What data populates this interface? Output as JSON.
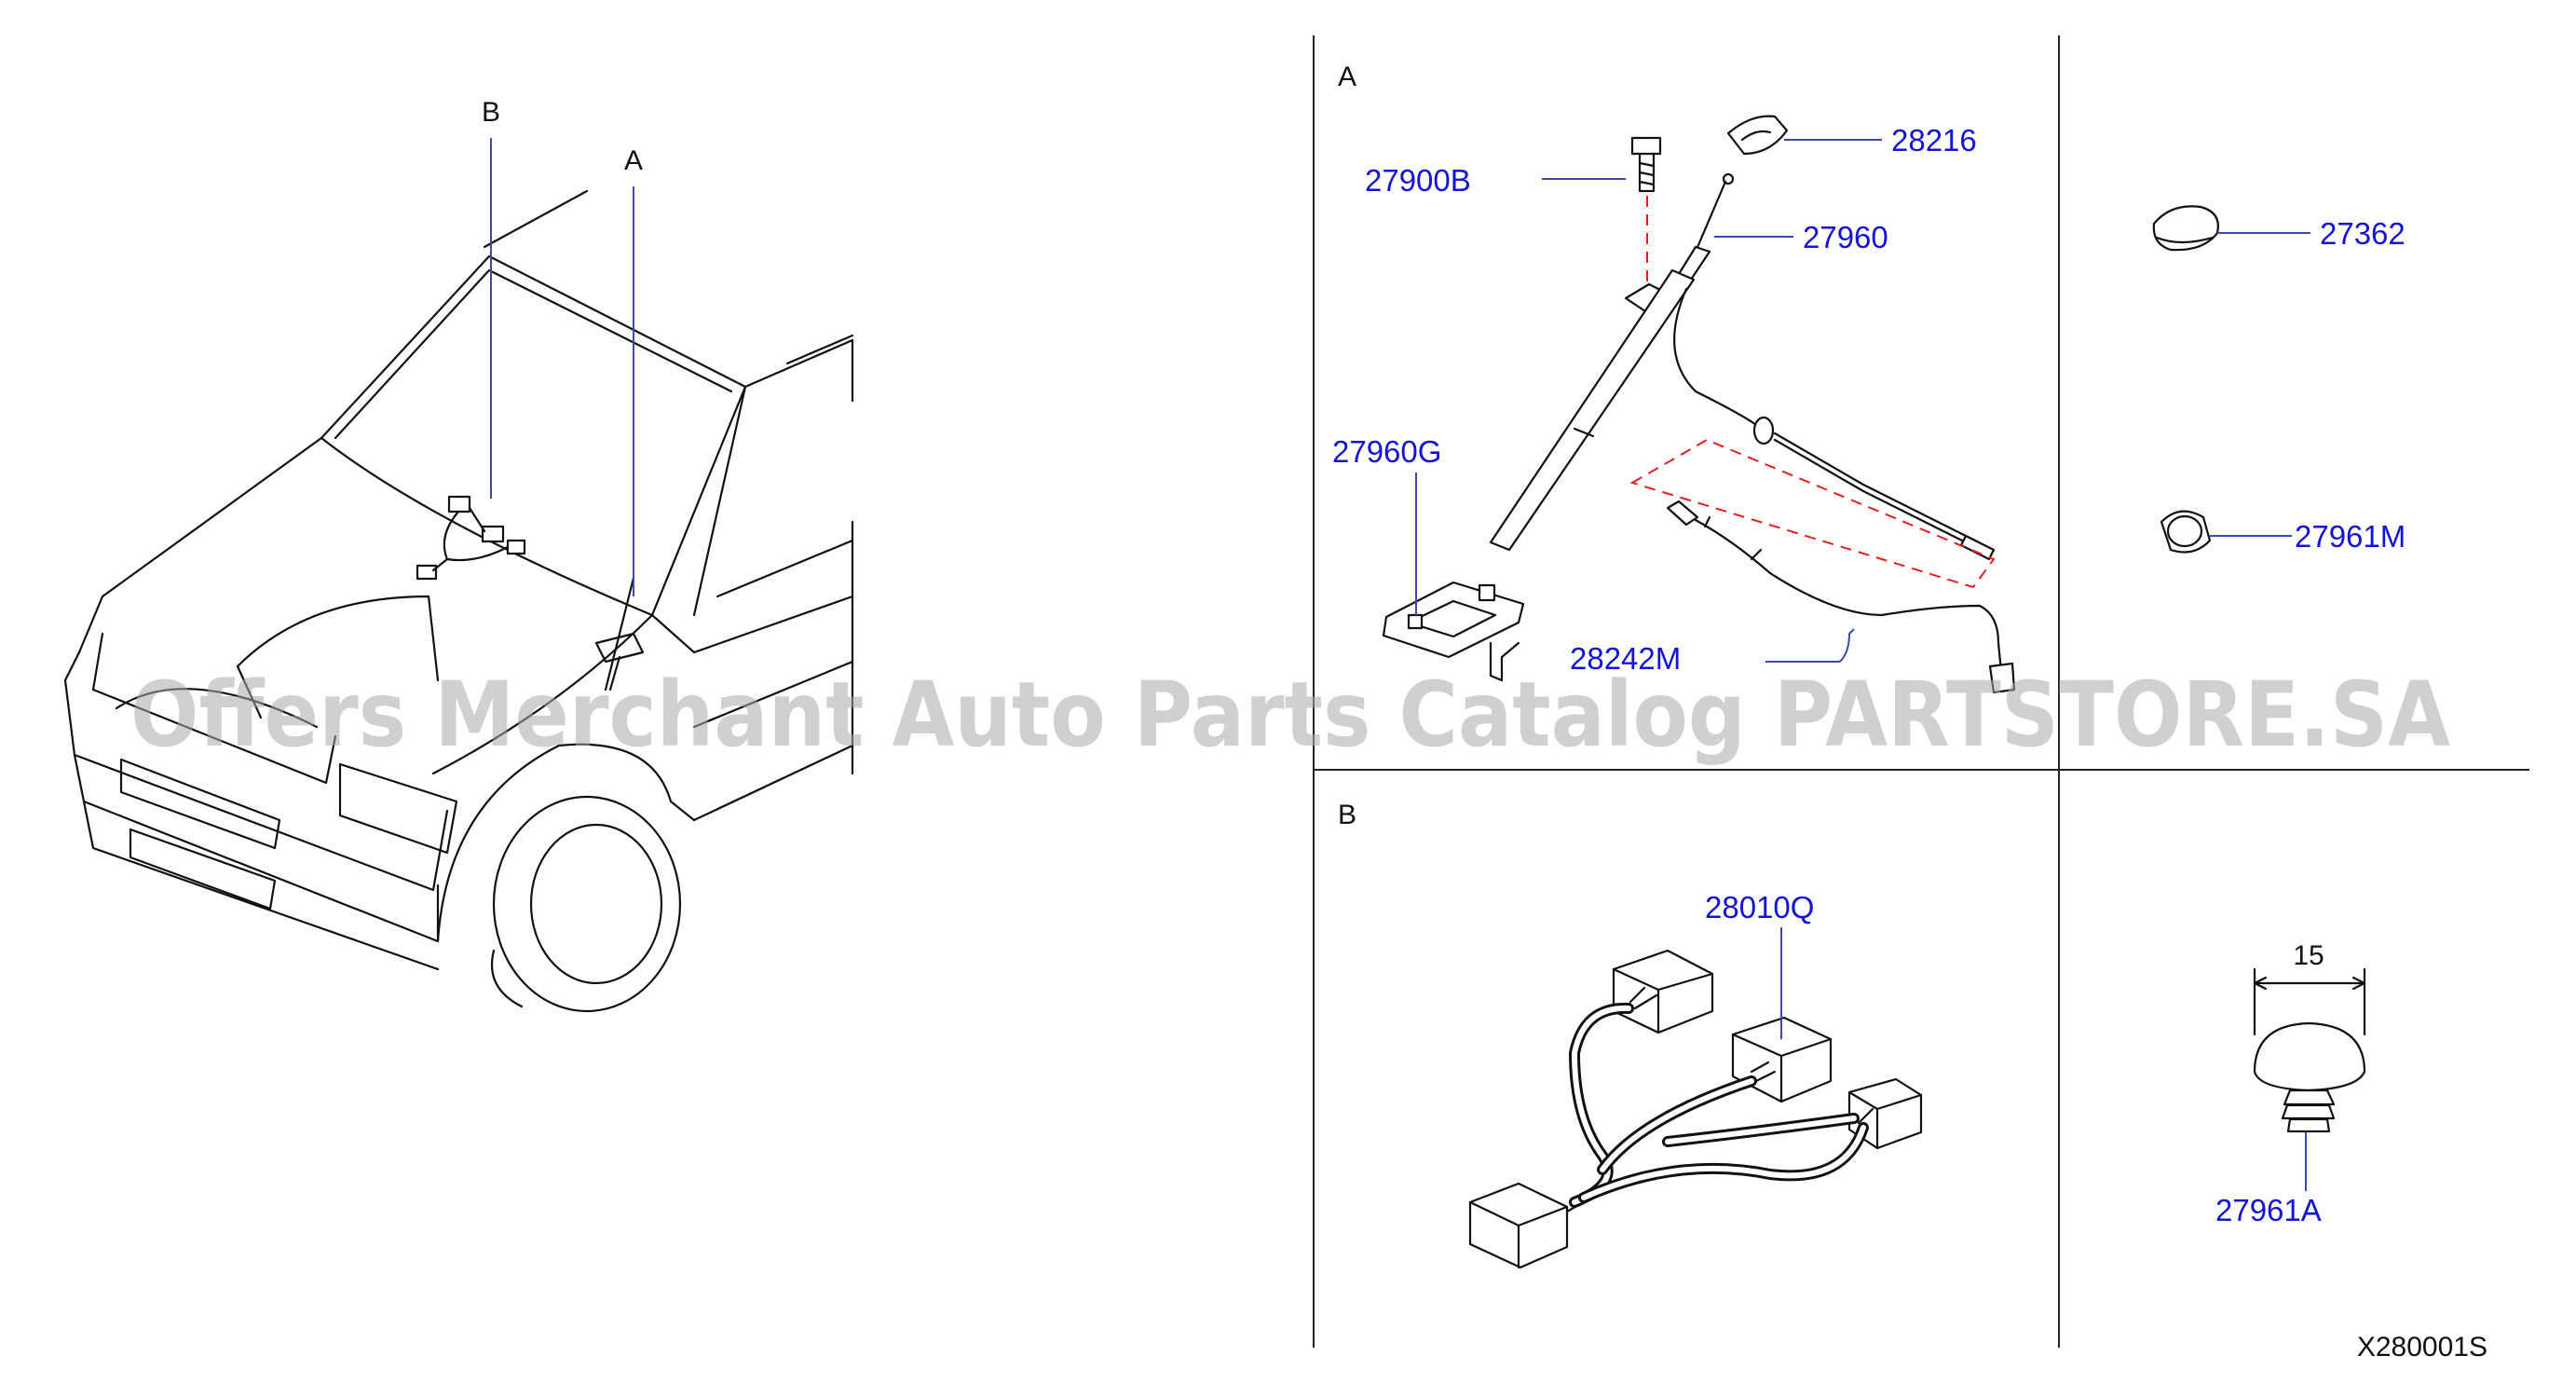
{
  "callouts": {
    "view_b": "B",
    "view_a": "A"
  },
  "sections": {
    "a": "A",
    "b": "B"
  },
  "parts": {
    "p27900B": "27900B",
    "p28216": "28216",
    "p27960": "27960",
    "p27960G": "27960G",
    "p28242M": "28242M",
    "p27362": "27362",
    "p27961M": "27961M",
    "p28010Q": "28010Q",
    "p27961A": "27961A"
  },
  "dimension": "15",
  "drawing_id": "X280001S",
  "watermark": "Offers Merchant Auto Parts Catalog PARTSTORE.SA",
  "colors": {
    "part_number": "#1414d2",
    "leader": "#3a4aa8",
    "hidden_line": "#e02020"
  }
}
